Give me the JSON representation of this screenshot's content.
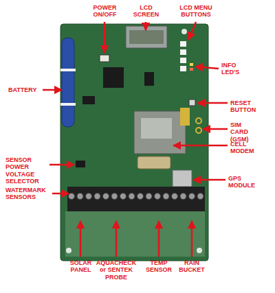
{
  "diagram": {
    "labels": [
      "POWER ON/OFF",
      "LCD SCREEN",
      "LCD MENU BUTTONS",
      "INFO LED'S",
      "BATTERY",
      "RESET BUTTON",
      "SIM CARD (GSM)",
      "CELL MODEM",
      "SENSOR POWER VOLTAGE SELECTOR",
      "GPS MODULE",
      "WATERMARK SENSORS",
      "SOLAR PANEL",
      "AQUACHECK or SENTEK PROBE",
      "TEMP SENSOR",
      "RAIN BUCKET"
    ]
  }
}
